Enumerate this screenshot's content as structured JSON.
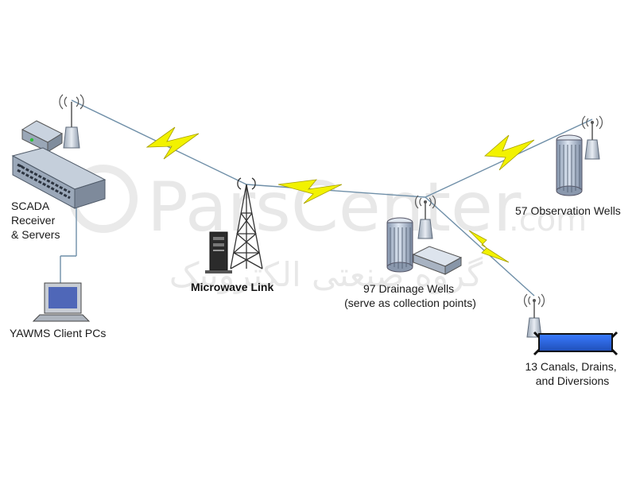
{
  "labels": {
    "scada": [
      "SCADA",
      "Receiver",
      "& Servers"
    ],
    "client": "YAWMS Client PCs",
    "microwave": "Microwave Link",
    "drainage": [
      "97 Drainage Wells",
      "(serve as collection points)"
    ],
    "observation": "57 Observation Wells",
    "canals": [
      "13 Canals, Drains,",
      "and Diversions"
    ]
  },
  "watermark": {
    "brand": "ParsCenter",
    "domain": ".com",
    "persian": "گروه صنعتی الکترونیک"
  },
  "colors": {
    "lightning": "#f2f200",
    "link": "#6f8fa8",
    "cylinder": "#a9b9cf",
    "monitor_screen": "#4f67b8",
    "canal_water": "#2a5fd6"
  }
}
